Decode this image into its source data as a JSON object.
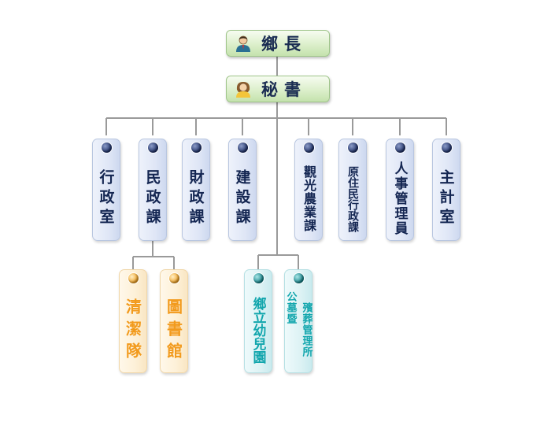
{
  "head": {
    "label": "鄉長",
    "icon": "mayor-person-icon"
  },
  "secretary": {
    "label": "秘書",
    "icon": "secretary-person-icon"
  },
  "departments": [
    {
      "key": "admin",
      "label": "行政室"
    },
    {
      "key": "civil",
      "label": "民政課"
    },
    {
      "key": "finance",
      "label": "財政課"
    },
    {
      "key": "construction",
      "label": "建設課"
    },
    {
      "key": "tourism",
      "label": "觀光農業課"
    },
    {
      "key": "indigenous",
      "label": "原住民行政課"
    },
    {
      "key": "personnel",
      "label": "人事管理員"
    },
    {
      "key": "accounting",
      "label": "主計室"
    }
  ],
  "sub_units": [
    {
      "key": "cleaning",
      "label": "清潔隊",
      "parent": "civil"
    },
    {
      "key": "library",
      "label": "圖書館",
      "parent": "civil"
    },
    {
      "key": "kindergarten",
      "label": "鄉立幼兒園",
      "parent": "secretary"
    },
    {
      "key": "cemetery",
      "label_col1": "公墓暨",
      "label_col2": "殯葬管理所",
      "parent": "secretary"
    }
  ],
  "colors": {
    "line": "#9a9a9a",
    "head_text": "#1a2c52",
    "department_text": "#142652",
    "orange_text": "#f29a1c",
    "teal_text": "#12a6ad"
  }
}
